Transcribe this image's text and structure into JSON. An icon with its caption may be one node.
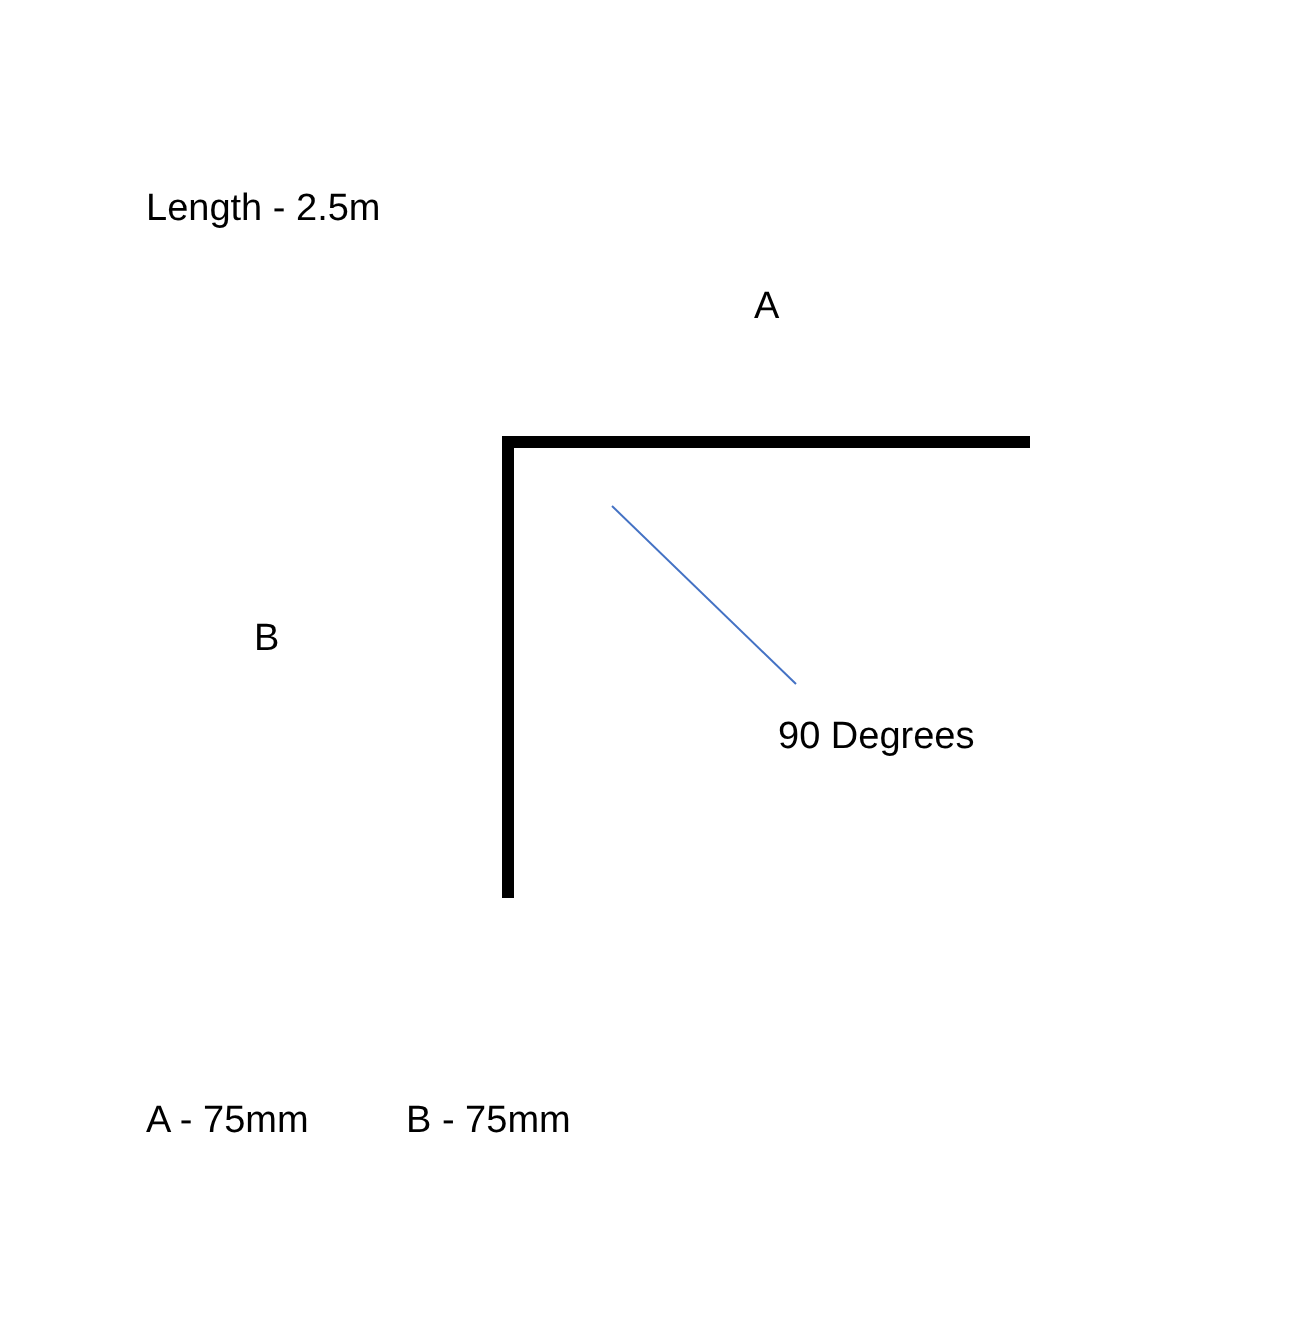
{
  "diagram": {
    "nodes": [
      {
        "text": [],
        "shape": "picture"
      },
      {
        "text": [
          "90 Degrees"
        ],
        "in": 0
      }
    ],
    "edges": [
      {
        "from": 1,
        "to": 0,
        "arrow": "none"
      }
    ],
    "labels": [
      "Length - 2.5m",
      "A",
      "B",
      "A - 75mm",
      "B - 75mm"
    ]
  }
}
